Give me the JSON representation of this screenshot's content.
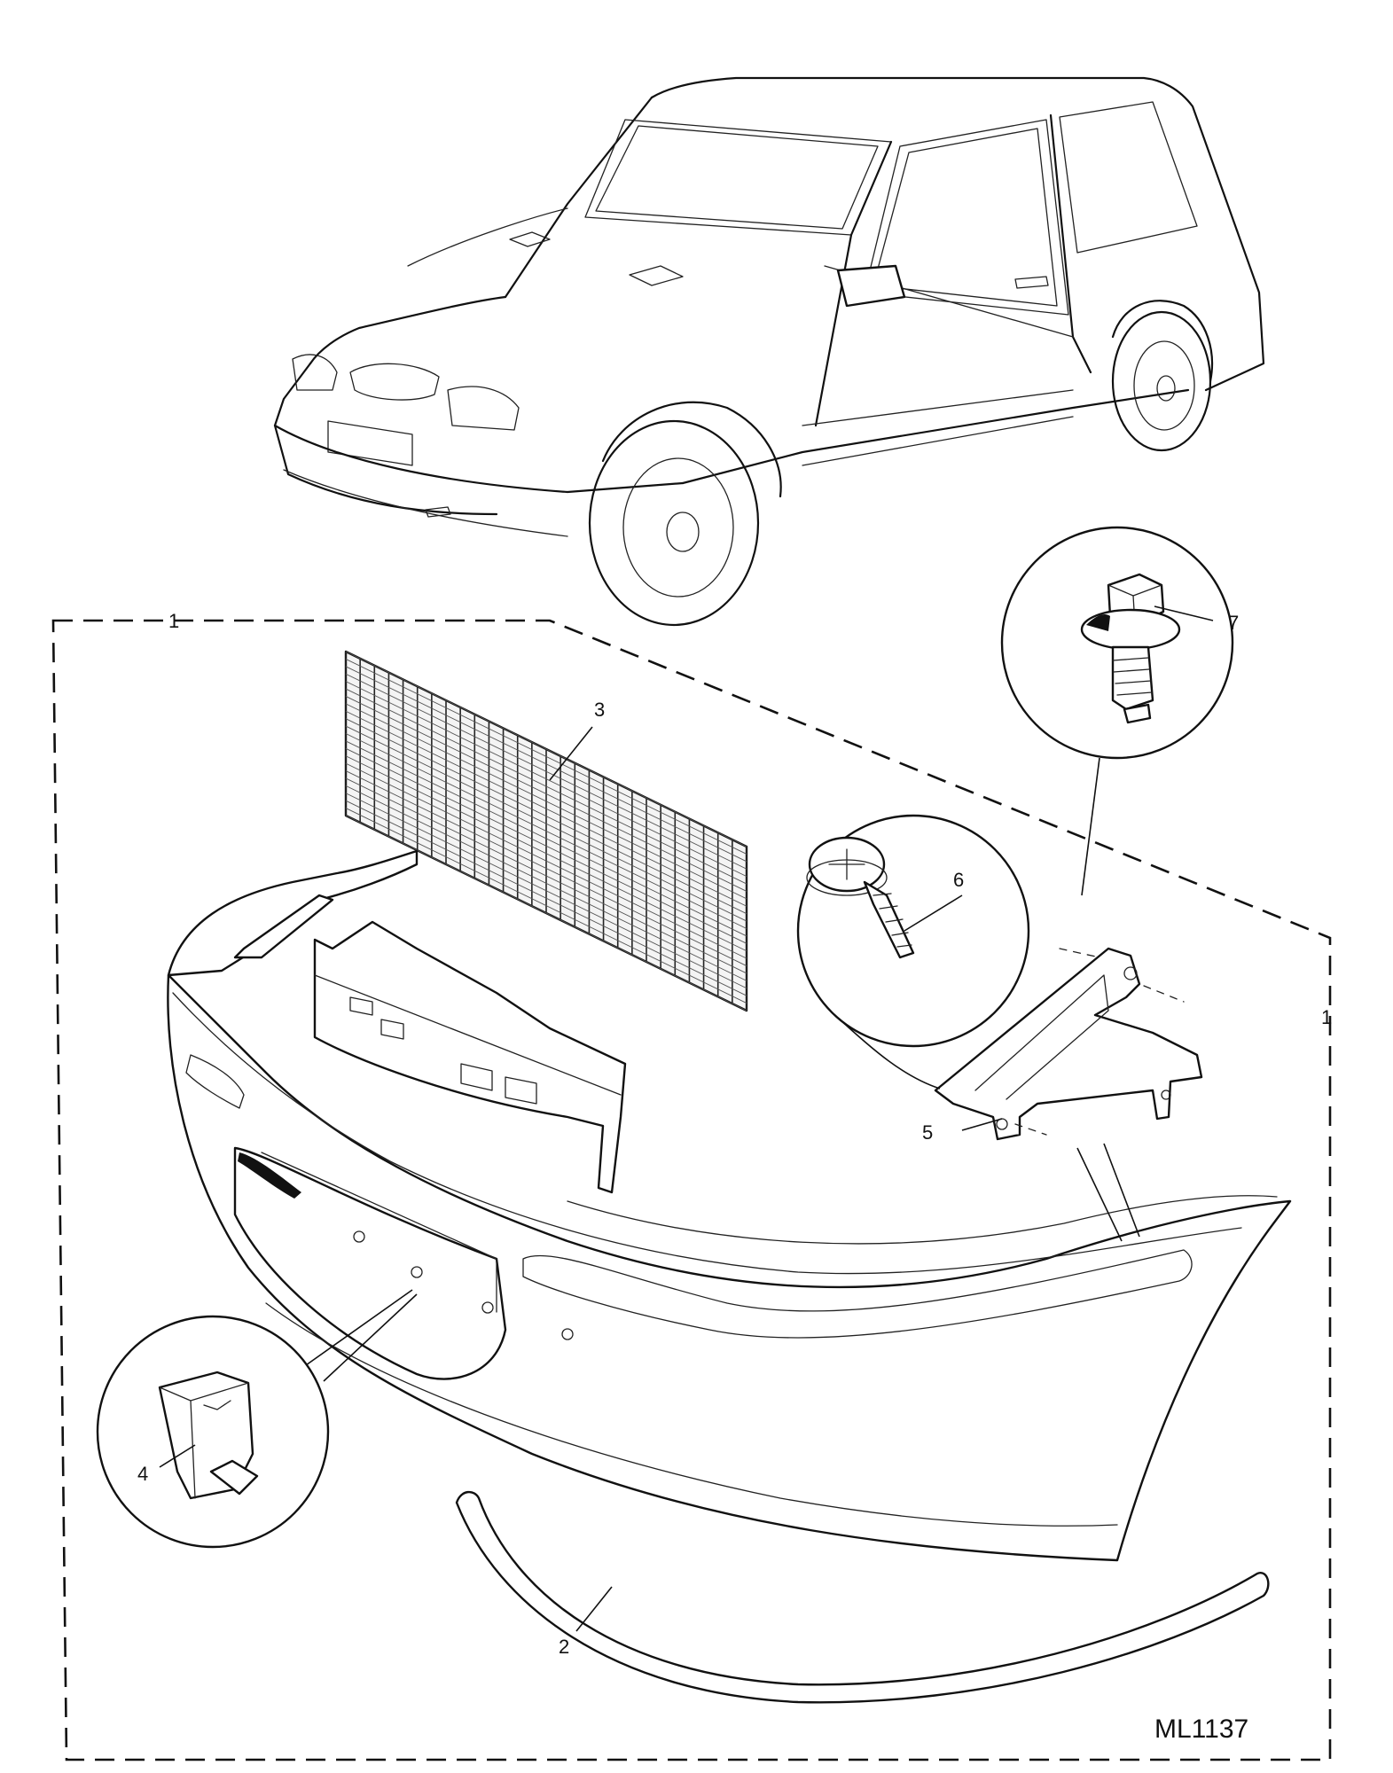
{
  "diagram": {
    "reference_code": "ML1137",
    "callouts": [
      {
        "id": "1",
        "label": "1"
      },
      {
        "id": "1b",
        "label": "1"
      },
      {
        "id": "2",
        "label": "2"
      },
      {
        "id": "3",
        "label": "3"
      },
      {
        "id": "4",
        "label": "4"
      },
      {
        "id": "5",
        "label": "5"
      },
      {
        "id": "6",
        "label": "6"
      },
      {
        "id": "7",
        "label": "7"
      }
    ]
  }
}
